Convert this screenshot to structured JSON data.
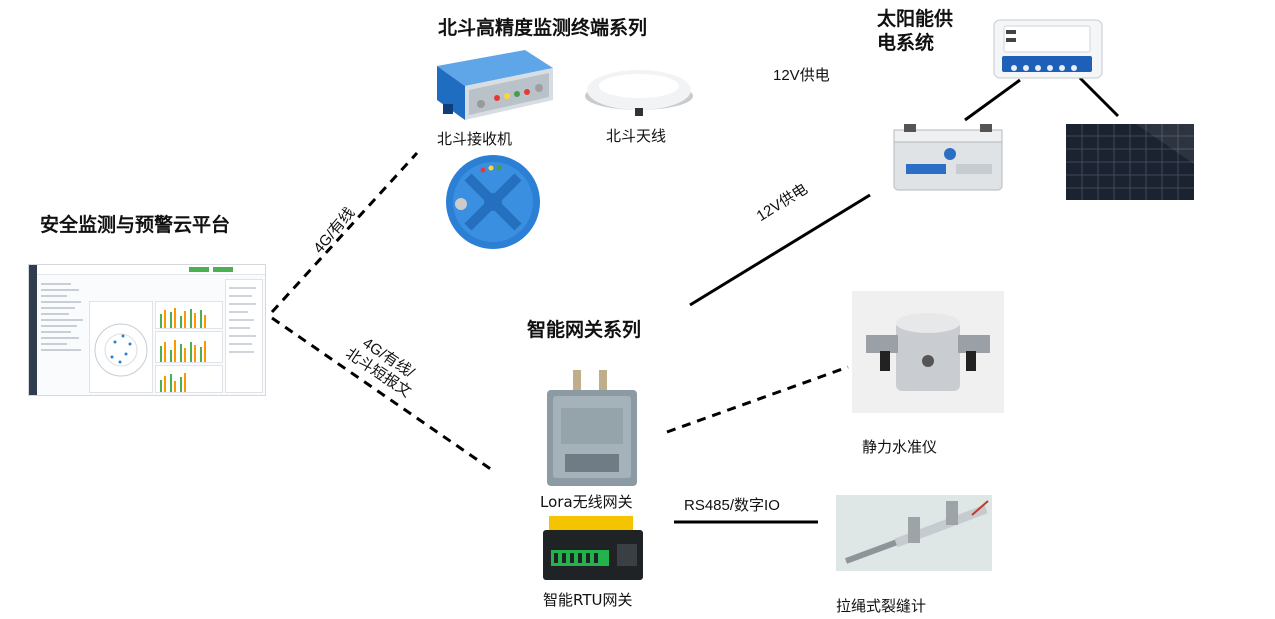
{
  "titles": {
    "beidou_series": "北斗高精度监测终端系列",
    "solar": "太阳能供\n电系统",
    "cloud_platform": "安全监测与预警云平台",
    "gateway_series": "智能网关系列"
  },
  "devices": {
    "receiver": "北斗接收机",
    "antenna": "北斗天线",
    "lora_gateway": "Lora无线网关",
    "rtu_gateway": "智能RTU网关",
    "level_meter": "静力水准仪",
    "crack_meter": "拉绳式裂缝计"
  },
  "links": {
    "power_top": "12V供电",
    "power_diag": "12V供电",
    "net_top": "4G/有线",
    "net_bottom": "4G/有线/\n北斗短报文",
    "rs485": "RS485/数字IO"
  },
  "colors": {
    "receiver_blue": "#2b7fd4",
    "controller_blue": "#1e5fb8",
    "battery_gray": "#d9dde0",
    "panel_dark": "#1c2330",
    "platform_green": "#4caf50"
  }
}
